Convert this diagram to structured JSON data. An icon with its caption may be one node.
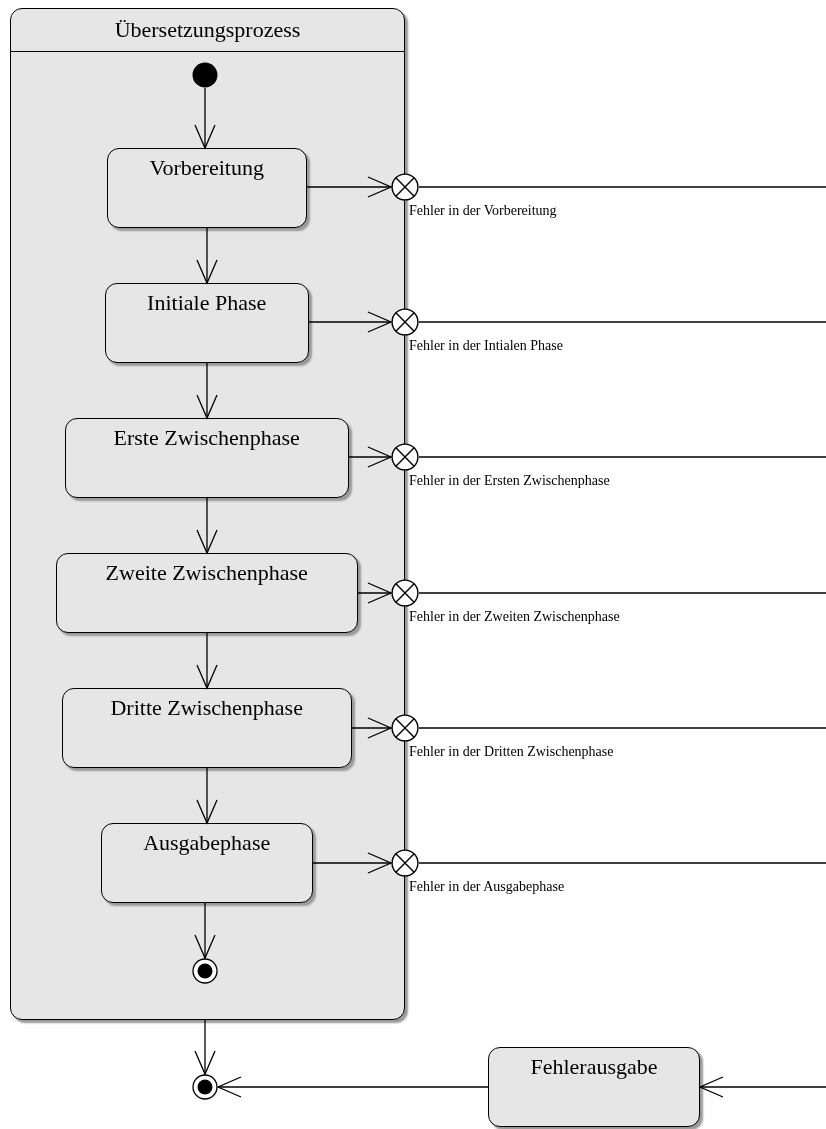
{
  "diagram": {
    "nodes": [
      {
        "text": [
          "Übersetzungsprozess"
        ]
      },
      {
        "text": [],
        "shape": "circle",
        "in": 0
      },
      {
        "text": [
          "Vorbereitung"
        ],
        "in": 0
      },
      {
        "text": [
          "Initiale Phase"
        ],
        "in": 0
      },
      {
        "text": [
          "Erste Zwischenphase"
        ],
        "in": 0
      },
      {
        "text": [
          "Zweite Zwischenphase"
        ],
        "in": 0
      },
      {
        "text": [
          "Dritte Zwischenphase"
        ],
        "in": 0
      },
      {
        "text": [
          "Ausgabephase"
        ],
        "in": 0
      },
      {
        "text": [],
        "shape": "circle",
        "in": 0
      },
      {
        "text": [],
        "shape": "circle",
        "beside": [
          "Fehler in der Vorbereitung"
        ]
      },
      {
        "text": [],
        "shape": "circle",
        "beside": [
          "Fehler in der Intialen Phase"
        ]
      },
      {
        "text": [],
        "shape": "circle",
        "beside": [
          "Fehler in der Ersten Zwischenphase"
        ]
      },
      {
        "text": [],
        "shape": "circle",
        "beside": [
          "Fehler in der Zweiten Zwischenphase"
        ]
      },
      {
        "text": [],
        "shape": "circle",
        "beside": [
          "Fehler in der Dritten Zwischenphase"
        ]
      },
      {
        "text": [],
        "shape": "circle",
        "beside": [
          "Fehler in der Ausgabephase"
        ]
      },
      {
        "text": [
          "Fehlerausgabe"
        ]
      },
      {
        "text": [],
        "shape": "circle"
      }
    ],
    "edges": [
      {
        "from": 1,
        "to": 2,
        "arrow": "to"
      },
      {
        "from": 2,
        "to": 3,
        "arrow": "to"
      },
      {
        "from": 3,
        "to": 4,
        "arrow": "to"
      },
      {
        "from": 4,
        "to": 5,
        "arrow": "to"
      },
      {
        "from": 5,
        "to": 6,
        "arrow": "to"
      },
      {
        "from": 6,
        "to": 7,
        "arrow": "to"
      },
      {
        "from": 7,
        "to": 8,
        "arrow": "to"
      },
      {
        "from": 2,
        "to": 9,
        "arrow": "to"
      },
      {
        "from": 3,
        "to": 10,
        "arrow": "to"
      },
      {
        "from": 4,
        "to": 11,
        "arrow": "to"
      },
      {
        "from": 5,
        "to": 12,
        "arrow": "to"
      },
      {
        "from": 6,
        "to": 13,
        "arrow": "to"
      },
      {
        "from": 7,
        "to": 14,
        "arrow": "to"
      },
      {
        "from": 9,
        "to": null,
        "arrow": "none"
      },
      {
        "from": 10,
        "to": null,
        "arrow": "none"
      },
      {
        "from": 11,
        "to": null,
        "arrow": "none"
      },
      {
        "from": 12,
        "to": null,
        "arrow": "none"
      },
      {
        "from": 13,
        "to": null,
        "arrow": "none"
      },
      {
        "from": 14,
        "to": null,
        "arrow": "none"
      },
      {
        "from": null,
        "to": 15,
        "arrow": "to"
      },
      {
        "from": 15,
        "to": 16,
        "arrow": "to"
      },
      {
        "from": 0,
        "to": 16,
        "arrow": "to"
      }
    ]
  }
}
